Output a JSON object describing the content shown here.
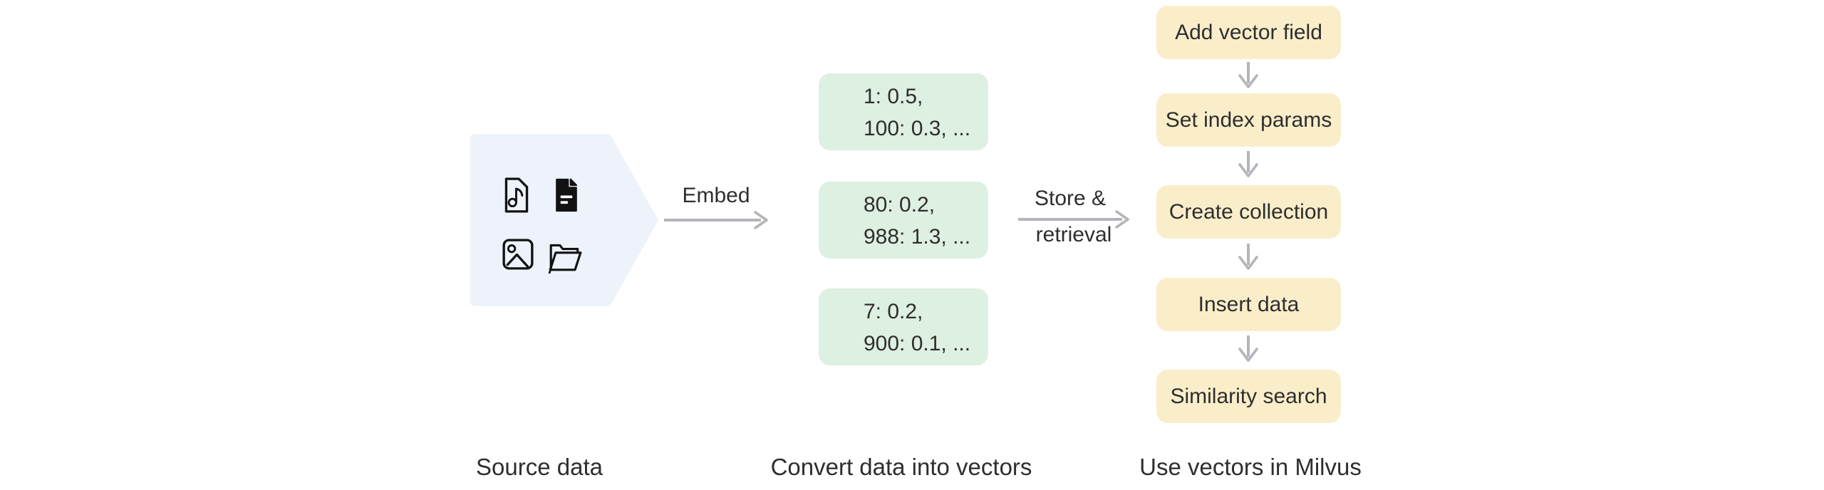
{
  "colors": {
    "source-bg": "#edf2fb",
    "vector-bg": "#def0e1",
    "step-bg": "#faeeca",
    "arrow": "#b3b5ba",
    "text": "#2e2e2e",
    "icon": "#121212"
  },
  "source": {
    "caption": "Source data",
    "icons": [
      {
        "name": "music-file"
      },
      {
        "name": "document"
      },
      {
        "name": "image"
      },
      {
        "name": "folder"
      }
    ]
  },
  "embed_arrow": {
    "label": "Embed"
  },
  "vectors": {
    "caption": "Convert data into vectors",
    "boxes": [
      {
        "lines": [
          "1: 0.5,",
          "100: 0.3, ..."
        ]
      },
      {
        "lines": [
          "80: 0.2,",
          "988: 1.3, ..."
        ]
      },
      {
        "lines": [
          "7: 0.2,",
          "900: 0.1, ..."
        ]
      }
    ]
  },
  "store_arrow": {
    "label_line1": "Store &",
    "label_line2": "retrieval"
  },
  "milvus": {
    "caption": "Use vectors in Milvus",
    "steps": [
      {
        "label": "Add vector field"
      },
      {
        "label": "Set index params"
      },
      {
        "label": "Create collection"
      },
      {
        "label": "Insert data"
      },
      {
        "label": "Similarity search"
      }
    ]
  }
}
